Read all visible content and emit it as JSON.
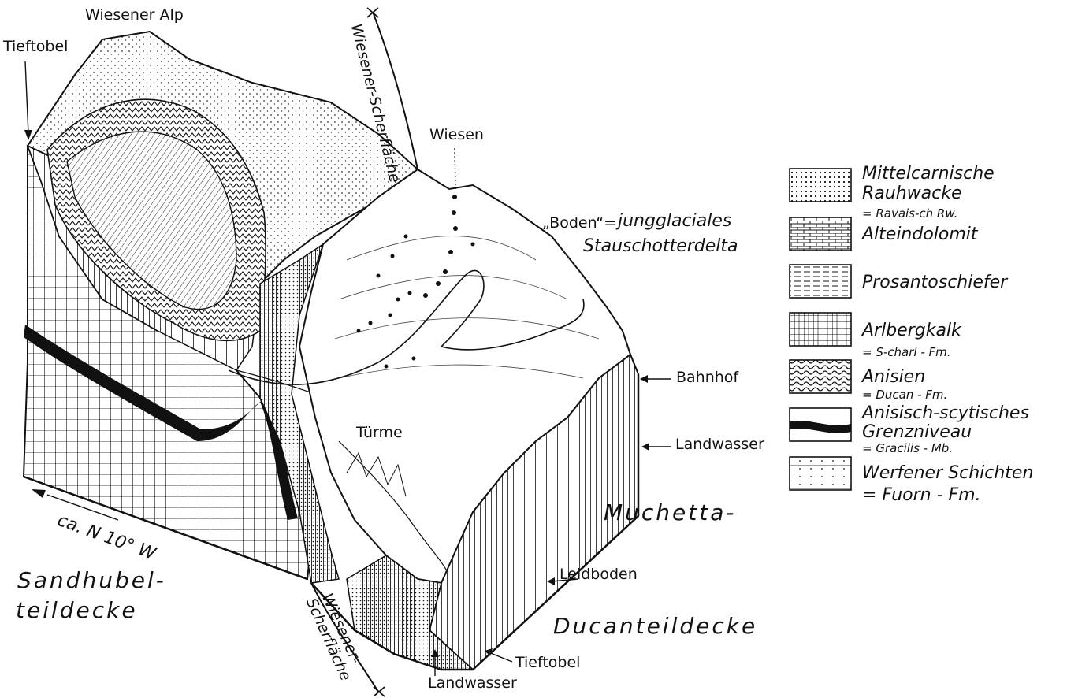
{
  "labels": {
    "wiesener_alp": "Wiesener Alp",
    "tieftobel_top": "Tieftobel",
    "fault_top": "Wiesener-Scherfläche",
    "wiesen": "Wiesen",
    "boden_prefix": "„Boden“=",
    "boden_line1": "jungglaciales",
    "boden_line2": "Stauschotterdelta",
    "bahnhof": "Bahnhof",
    "landwasser_right": "Landwasser",
    "tuerme": "Türme",
    "direction": "ca. N 10° W",
    "muchetta": "Muchetta-",
    "leidboden": "Leidboden",
    "ducanteildecke": "Ducanteildecke",
    "sandhubel_line1": "Sandhubel-",
    "sandhubel_line2": "teildecke",
    "fault_bottom_line1": "Wiesener-",
    "fault_bottom_line2": "Scherfläche",
    "tieftobel_bottom": "Tieftobel",
    "landwasser_bottom": "Landwasser"
  },
  "legend": [
    {
      "pattern": "dots",
      "lines": [
        "Mittelcarnische",
        "Rauhwacke"
      ],
      "sub": [
        "= Ravais-ch Rw."
      ]
    },
    {
      "pattern": "dolomite",
      "lines": [
        "Alteindolomit"
      ],
      "sub": []
    },
    {
      "pattern": "schist",
      "lines": [
        "Prosantoschiefer"
      ],
      "sub": []
    },
    {
      "pattern": "limestone",
      "lines": [
        "Arlbergkalk"
      ],
      "sub": [
        "= S-charl - Fm."
      ]
    },
    {
      "pattern": "wavy",
      "lines": [
        "Anisien"
      ],
      "sub": [
        "= Ducan - Fm."
      ]
    },
    {
      "pattern": "blackband",
      "lines": [
        "Anisisch-scytisches",
        "Grenzniveau"
      ],
      "sub": [
        "= Gracilis - Mb."
      ]
    },
    {
      "pattern": "werfen",
      "lines": [
        "Werfener Schichten"
      ],
      "sub": [
        "= Fuorn - Fm."
      ]
    }
  ]
}
